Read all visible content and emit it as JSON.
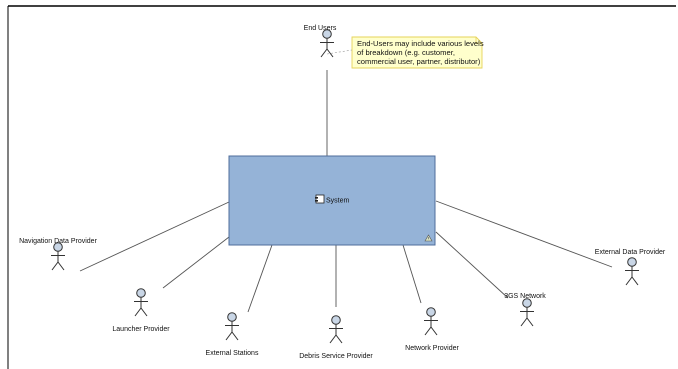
{
  "diagram": {
    "system": {
      "label": "System",
      "icon": "component-icon",
      "corner_icon": "warning-triangle-icon",
      "fill": "#95b3d7",
      "stroke": "#4f6d9b"
    },
    "note": {
      "lines": [
        "End-Users may include various levels",
        "of breakdown (e.g. customer,",
        "commercial user, partner, distributor)"
      ],
      "fill": "#ffffcc",
      "stroke": "#e6d35a"
    },
    "actors": [
      {
        "key": "end-users",
        "label": "End Users"
      },
      {
        "key": "navigation-data-provider",
        "label": "Navigation Data Provider"
      },
      {
        "key": "launcher-provider",
        "label": "Launcher Provider"
      },
      {
        "key": "external-stations",
        "label": "External Stations"
      },
      {
        "key": "debris-service-provider",
        "label": "Debris Service Provider"
      },
      {
        "key": "network-provider",
        "label": "Network Provider"
      },
      {
        "key": "3gs-network",
        "label": "3GS Network"
      },
      {
        "key": "external-data-provider",
        "label": "External Data Provider"
      }
    ],
    "actor_fill": "#c9d6e6",
    "line_color": "#555555"
  }
}
